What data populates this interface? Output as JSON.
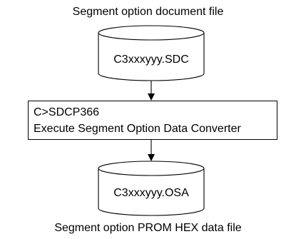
{
  "top_caption": "Segment option document file",
  "input_file": "C3xxxyyy.SDC",
  "process": {
    "line1": "C>SDCP366",
    "line2": "Execute Segment Option Data Converter"
  },
  "output_file": "C3xxxyyy.OSA",
  "bottom_caption": "Segment option PROM HEX data file"
}
